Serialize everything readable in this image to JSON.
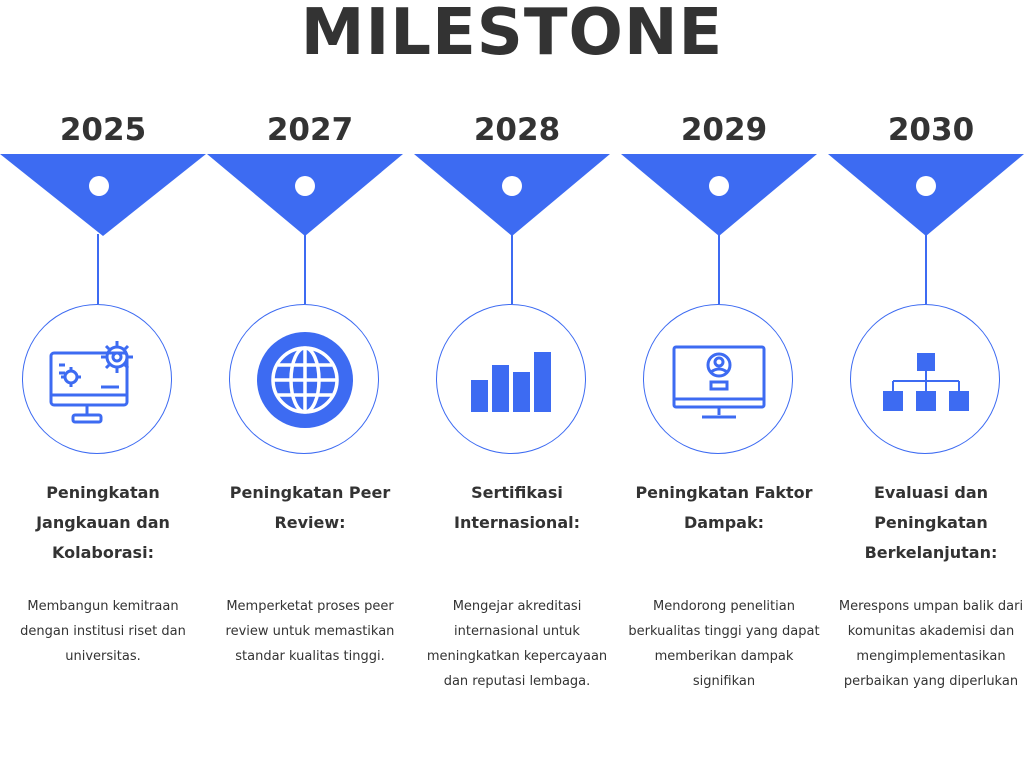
{
  "title": "MILESTONE",
  "colors": {
    "accent": "#3D6BF2",
    "text": "#333333"
  },
  "milestones": [
    {
      "year": "2025",
      "icon": "computer-gears-icon",
      "heading": "Peningkatan Jangkauan dan Kolaborasi:",
      "description": "Membangun kemitraan dengan institusi riset dan universitas."
    },
    {
      "year": "2027",
      "icon": "globe-icon",
      "heading": "Peningkatan Peer Review:",
      "description": "Memperketat proses peer review untuk memastikan standar kualitas tinggi."
    },
    {
      "year": "2028",
      "icon": "bar-chart-icon",
      "heading": "Sertifikasi Internasional:",
      "description": "Mengejar akreditasi internasional untuk meningkatkan kepercayaan dan reputasi lembaga."
    },
    {
      "year": "2029",
      "icon": "monitor-user-icon",
      "heading": "Peningkatan Faktor Dampak:",
      "description": "Mendorong penelitian berkualitas tinggi yang dapat memberikan dampak signifikan"
    },
    {
      "year": "2030",
      "icon": "hierarchy-icon",
      "heading": "Evaluasi dan Peningkatan Berkelanjutan:",
      "description": "Merespons umpan balik dari komunitas akademisi dan mengimplementasikan perbaikan yang diperlukan"
    }
  ]
}
